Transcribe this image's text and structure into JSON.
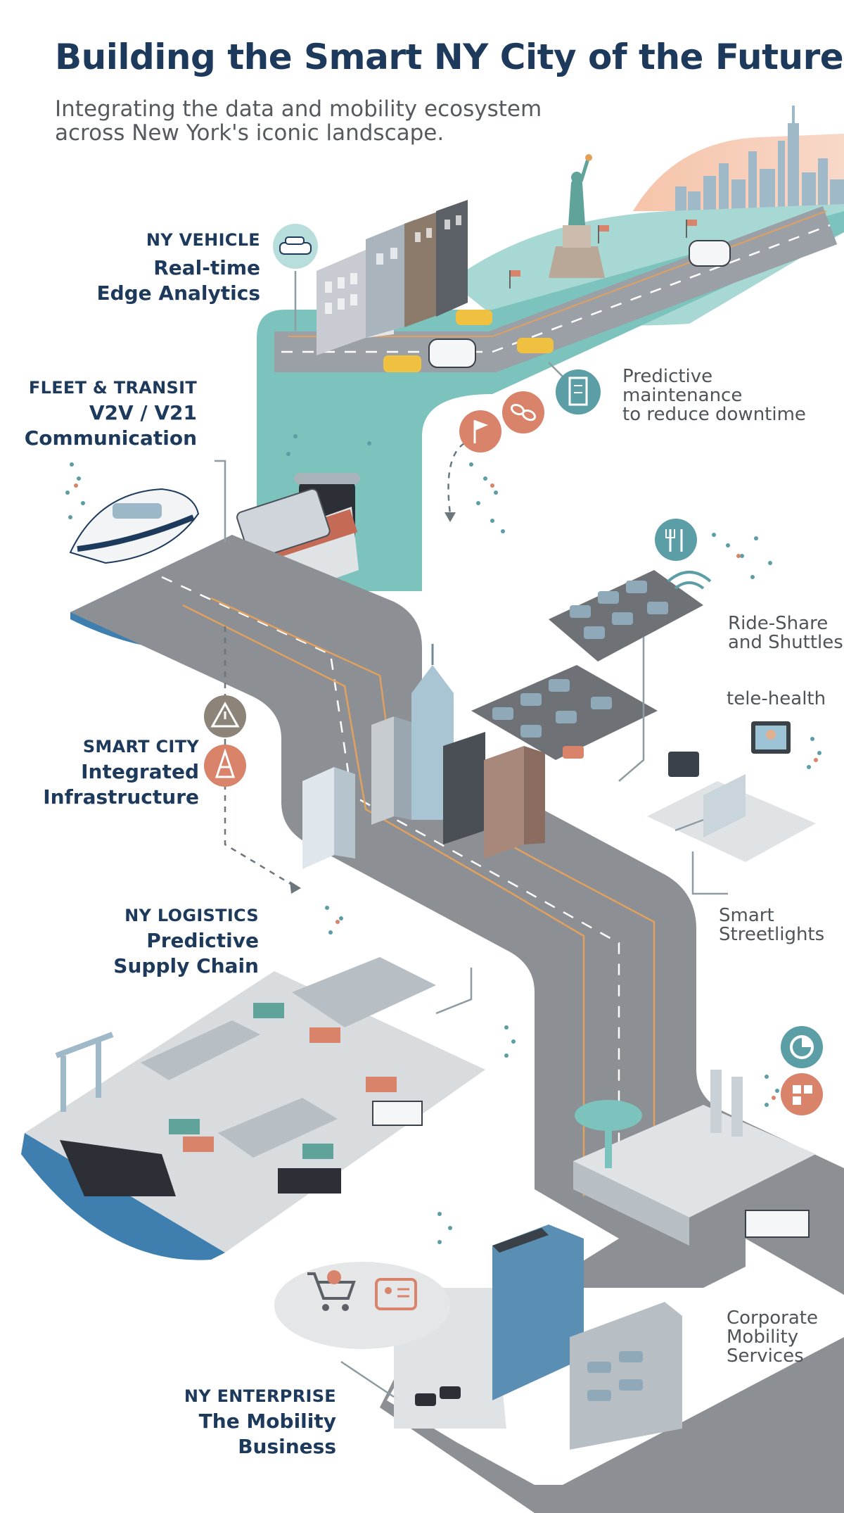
{
  "header": {
    "title": "Building the Smart NY City of the Future",
    "subtitle_line1": "Integrating the data and mobility ecosystem",
    "subtitle_line2": "across New York's iconic landscape."
  },
  "sections": {
    "vehicle": {
      "kicker": "NY VEHICLE",
      "line1": "Real-time",
      "line2": "Edge Analytics"
    },
    "fleet": {
      "kicker": "FLEET & TRANSIT",
      "line1": "V2V / V21",
      "line2": "Communication"
    },
    "smart_city": {
      "kicker": "SMART CITY",
      "line1": "Integrated",
      "line2": "Infrastructure"
    },
    "logistics": {
      "kicker": "NY LOGISTICS",
      "line1": "Predictive",
      "line2": "Supply Chain"
    },
    "enterprise": {
      "kicker": "NY ENTERPRISE",
      "line1": "The Mobility",
      "line2": "Business"
    }
  },
  "callouts": {
    "maintenance": {
      "line1": "Predictive",
      "line2": "maintenance",
      "line3": "to reduce downtime"
    },
    "rideshare": {
      "line1": "Ride-Share",
      "line2": "and Shuttles"
    },
    "telehealth": {
      "line1": "tele-health"
    },
    "streetlights": {
      "line1": "Smart",
      "line2": "Streetlights"
    },
    "corporate": {
      "line1": "Corporate",
      "line2": "Mobility",
      "line3": "Services"
    }
  },
  "icons": [
    "car-icon",
    "building-icon",
    "flag-icon",
    "link-icon",
    "restaurant-icon",
    "wifi-icon",
    "warning-icon",
    "traffic-cone-icon",
    "pie-chart-icon",
    "grid-icon",
    "shopping-cart-icon",
    "accessibility-card-icon",
    "statue-of-liberty-icon"
  ],
  "colors": {
    "navy": "#1d3a5c",
    "teal_road": "#7cc3bd",
    "asphalt": "#8c8f93",
    "water": "#3e7fb0",
    "accent_orange": "#d9836b",
    "icon_teal": "#5b9ea6"
  }
}
